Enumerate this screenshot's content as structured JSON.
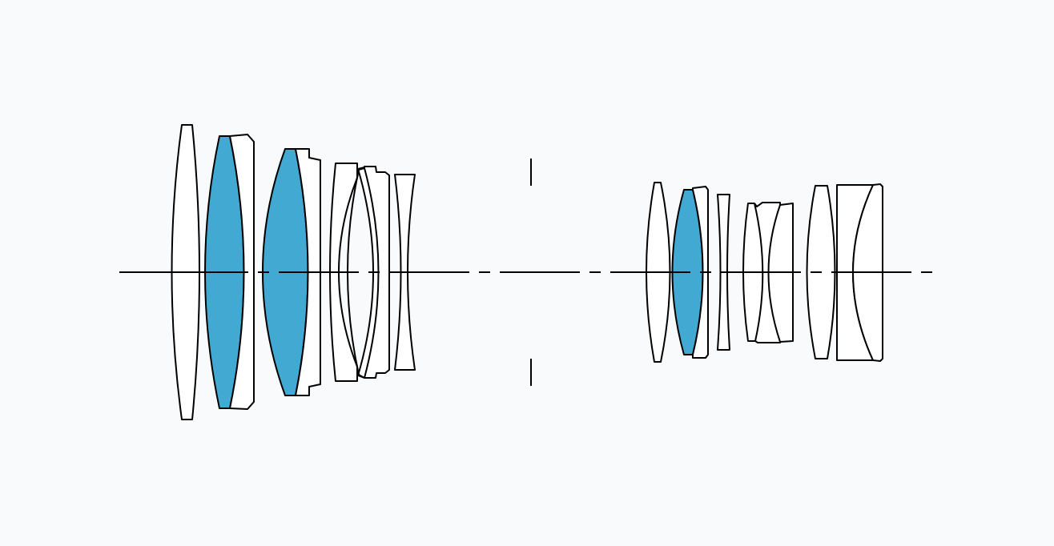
{
  "diagram": {
    "description_visible_text": "",
    "colors": {
      "background": "#f9fafb",
      "lens_outline": "#000000",
      "standard_glass": "#ffffff",
      "special_glass": "#42a9d3"
    },
    "front_group": {
      "elements": [
        {
          "glass": "standard"
        },
        {
          "glass": "special"
        },
        {
          "glass": "standard"
        },
        {
          "glass": "special"
        },
        {
          "glass": "standard"
        },
        {
          "glass": "standard"
        },
        {
          "glass": "standard"
        },
        {
          "glass": "standard"
        },
        {
          "glass": "standard"
        }
      ]
    },
    "aperture_stop": {
      "present": true
    },
    "rear_group": {
      "elements": [
        {
          "glass": "standard"
        },
        {
          "glass": "special"
        },
        {
          "glass": "standard"
        },
        {
          "glass": "standard"
        },
        {
          "glass": "standard"
        },
        {
          "glass": "standard"
        },
        {
          "glass": "standard"
        },
        {
          "glass": "standard"
        },
        {
          "glass": "standard"
        },
        {
          "glass": "standard"
        }
      ]
    },
    "optical_axis": {
      "style": "dash-dot"
    }
  }
}
